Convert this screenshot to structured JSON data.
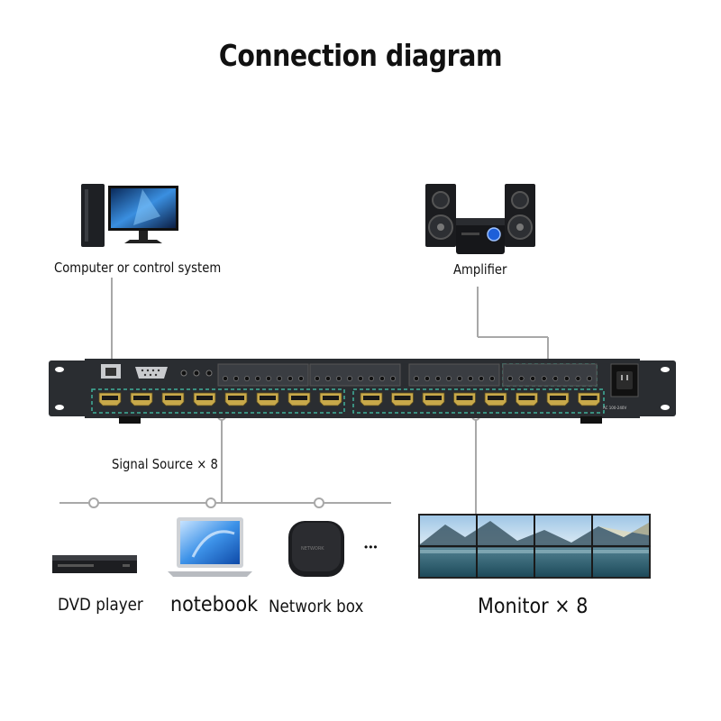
{
  "title": "Connection diagram",
  "labels": {
    "computer": "Computer or control system",
    "amplifier": "Amplifier",
    "signal_source": "Signal Source × 8",
    "dvd": "DVD player",
    "notebook": "notebook",
    "network_box": "Network box",
    "monitor": "Monitor × 8",
    "ellipsis": "•••"
  },
  "device": {
    "hdmi_inputs": 8,
    "hdmi_outputs": 8,
    "power_label": "AC 100-240V"
  },
  "colors": {
    "connector_line": "#a8a8a8",
    "dashed_highlight": "#3fb09a",
    "chassis": "#2a2d31"
  }
}
